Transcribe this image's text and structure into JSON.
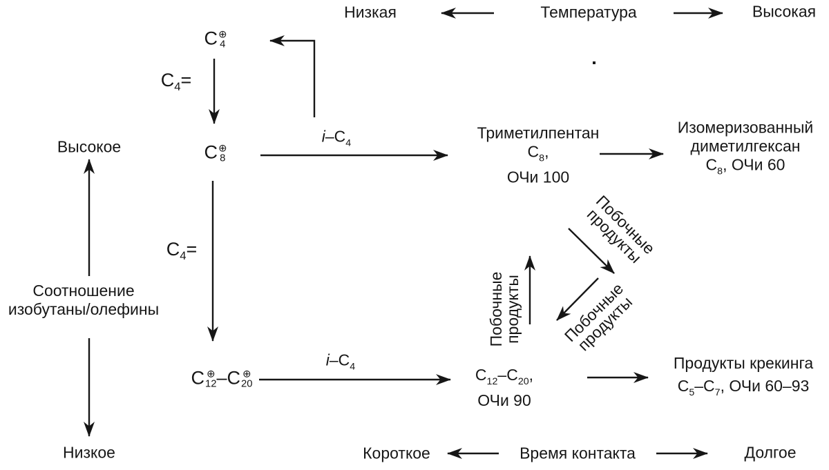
{
  "figure": {
    "background": "#ffffff",
    "ink": "#1a1a1a"
  },
  "axes": {
    "temperature": {
      "low": "Низкая",
      "label": "Температура",
      "high": "Высокая"
    },
    "isobutane_olefin_ratio": {
      "high": "Высокое",
      "label_line1": "Соотношение",
      "label_line2": "изобутаны/олефины",
      "low": "Низкое"
    },
    "contact_time": {
      "short": "Короткое",
      "label": "Время контакта",
      "long": "Долгое"
    }
  },
  "species": {
    "c4_cation": {
      "base": "C",
      "sup": "⊕",
      "sub": "4"
    },
    "c8_cation": {
      "base": "C",
      "sup": "⊕",
      "sub": "8"
    },
    "c12_c20_cation": {
      "base1": "C",
      "sup1": "⊕",
      "sub1": "12",
      "dash": "–",
      "base2": "C",
      "sup2": "⊕",
      "sub2": "20"
    },
    "butene_top": {
      "base": "C",
      "sub": "4",
      "eq": "="
    },
    "butene_bottom": {
      "base": "C",
      "sub": "4",
      "eq": "="
    },
    "isobutane_top": {
      "i": "i",
      "rest": "–C",
      "sub": "4"
    },
    "isobutane_bottom": {
      "i": "i",
      "rest": "–C",
      "sub": "4"
    }
  },
  "products": {
    "trimethylpentane": {
      "name": "Триметилпентан",
      "formula_base": "C",
      "formula_sub": "8",
      "formula_suffix": ",",
      "octane": "ОЧи 100"
    },
    "isomerized_dimethylhexane": {
      "name_line1": "Изомеризованный",
      "name_line2": "диметилгексан",
      "formula_base": "C",
      "formula_sub": "8",
      "formula_suffix": ", ОЧи 60"
    },
    "heavy_alkylate": {
      "base1": "C",
      "sub1": "12",
      "dash": "–C",
      "sub2": "20",
      "suffix": ",",
      "octane": "ОЧи 90"
    },
    "cracking_products": {
      "name": "Продукты крекинга",
      "base1": "C",
      "sub1": "5",
      "dash": "–C",
      "sub2": "7",
      "suffix": ", ОЧи 60–93"
    }
  },
  "byproducts": {
    "to_trimethylpentane": {
      "line1": "Побочные",
      "line2": "продукты"
    },
    "from_trimethylpentane": {
      "line1": "Побочные",
      "line2": "продукты"
    },
    "to_heavy": {
      "line1": "Побочные",
      "line2": "продукты"
    }
  }
}
